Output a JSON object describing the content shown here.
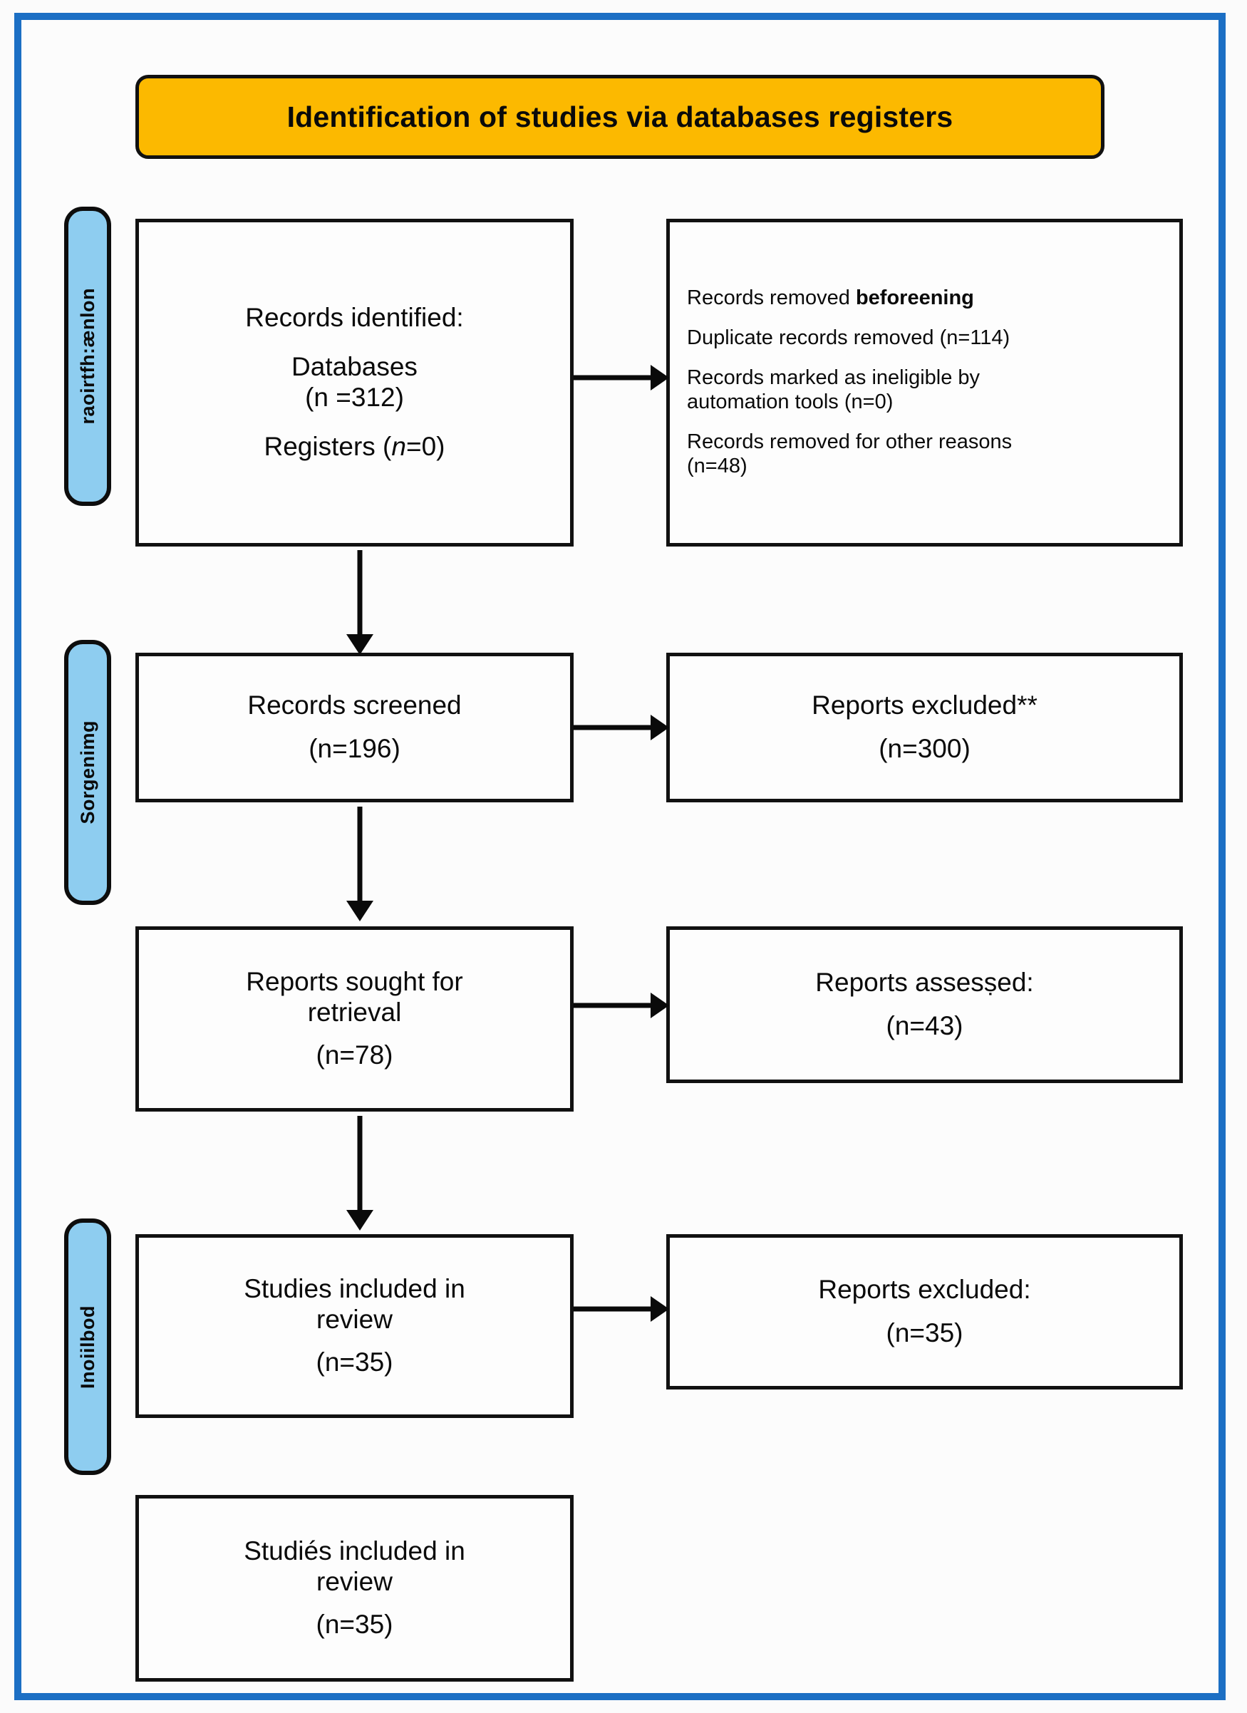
{
  "colors": {
    "frame_blue": "#1c6fc4",
    "banner_yellow": "#fcb900",
    "stage_blue": "#8ecdf0",
    "box_border": "#111111",
    "text": "#0a0a0a"
  },
  "header": {
    "title": "Identification of studies via databases registers"
  },
  "stages": [
    {
      "label": "raoirtfh:ænlon"
    },
    {
      "label": "Sorgenimg"
    },
    {
      "label": "Inoiilbod"
    }
  ],
  "boxes": {
    "identified": {
      "line1": "Records identified:",
      "line2": "Databases",
      "line3": "(n =312)",
      "line4_prefix": "Registers (",
      "line4_italic": "n",
      "line4_suffix": "=0)"
    },
    "removed": {
      "line1_normal": "Records removed ",
      "line1_bold": "beforeening",
      "line2": "Duplicate records removed (n=114)",
      "line3a": "Records marked as ineligible by",
      "line3b": "automation tools (n=0)",
      "line4a": "Records removed for other reasons",
      "line4b": "(n=48)"
    },
    "screened": {
      "line1": "Records screened",
      "line2": "(n=196)"
    },
    "excluded_screening": {
      "line1": "Reports excluded**",
      "line2": "(n=300)"
    },
    "sought": {
      "line1": "Reports sought for",
      "line2": "retrieval",
      "line3": "(n=78)"
    },
    "assessed": {
      "line1": "Reports assesṣed:",
      "line2": "(n=43)"
    },
    "included_review": {
      "line1": "Studies included in",
      "line2": "review",
      "line3": "(n=35)"
    },
    "excluded_included": {
      "line1": "Reports excluded:",
      "line2": "(n=35)"
    },
    "included_review_2": {
      "line1": "Studiés included in",
      "line2": "review",
      "line3": "(n=35)"
    }
  }
}
